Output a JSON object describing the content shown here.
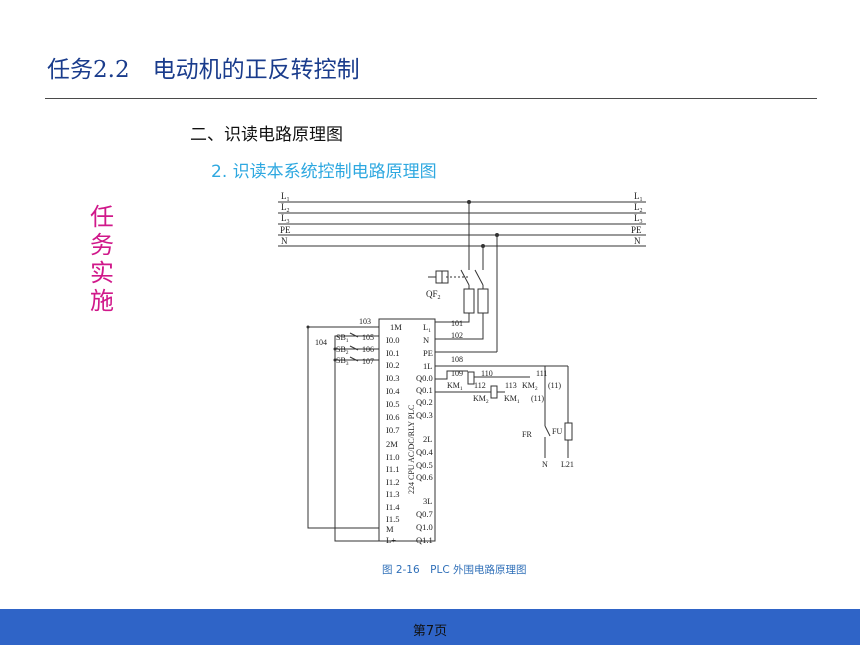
{
  "slide": {
    "title": "任务2.2　电动机的正反转控制",
    "section": "二、识读电路原理图",
    "subsection": "2. 识读本系统控制电路原理图",
    "side_label": [
      "任",
      "务",
      "实",
      "施"
    ],
    "caption": "图 2-16　PLC 外围电路原理图",
    "page": "第7页"
  },
  "diagram": {
    "bus_labels": [
      "L",
      "L",
      "L",
      "PE",
      "N"
    ],
    "bus_subscripts": [
      "1",
      "2",
      "3",
      "",
      ""
    ],
    "breaker_label": "QF",
    "breaker_sub": "2",
    "plc_model": "224 CPU AC/DC/RLY PLC",
    "left_terminals": [
      "1M",
      "I0.0",
      "I0.1",
      "I0.2",
      "I0.3",
      "I0.4",
      "I0.5",
      "I0.6",
      "I0.7",
      "2M",
      "I1.0",
      "I1.1",
      "I1.2",
      "I1.3",
      "I1.4",
      "I1.5",
      "M",
      "L+"
    ],
    "right_terminals": [
      "L",
      "N",
      "PE",
      "1L",
      "Q0.0",
      "Q0.1",
      "Q0.2",
      "Q0.3",
      "2L",
      "Q0.4",
      "Q0.5",
      "Q0.6",
      "3L",
      "Q0.7",
      "Q1.0",
      "Q1.1"
    ],
    "wire_numbers": [
      "103",
      "105",
      "106",
      "107",
      "104",
      "101",
      "102",
      "108",
      "109",
      "110",
      "111",
      "112",
      "113"
    ],
    "switches": [
      "SB",
      "SB",
      "SB"
    ],
    "switch_subs": [
      "1",
      "2",
      "3"
    ],
    "coil_labels": [
      "KM",
      "KM",
      "KM",
      "KM"
    ],
    "coil_subs": [
      "1",
      "2",
      "2",
      "1"
    ],
    "interlock_notes": [
      "(11)",
      "(11)"
    ],
    "fr": "FR",
    "fu": "FU",
    "out_n": "N",
    "out_l": "L21",
    "l1_label": "L",
    "l1_sub": "1"
  }
}
